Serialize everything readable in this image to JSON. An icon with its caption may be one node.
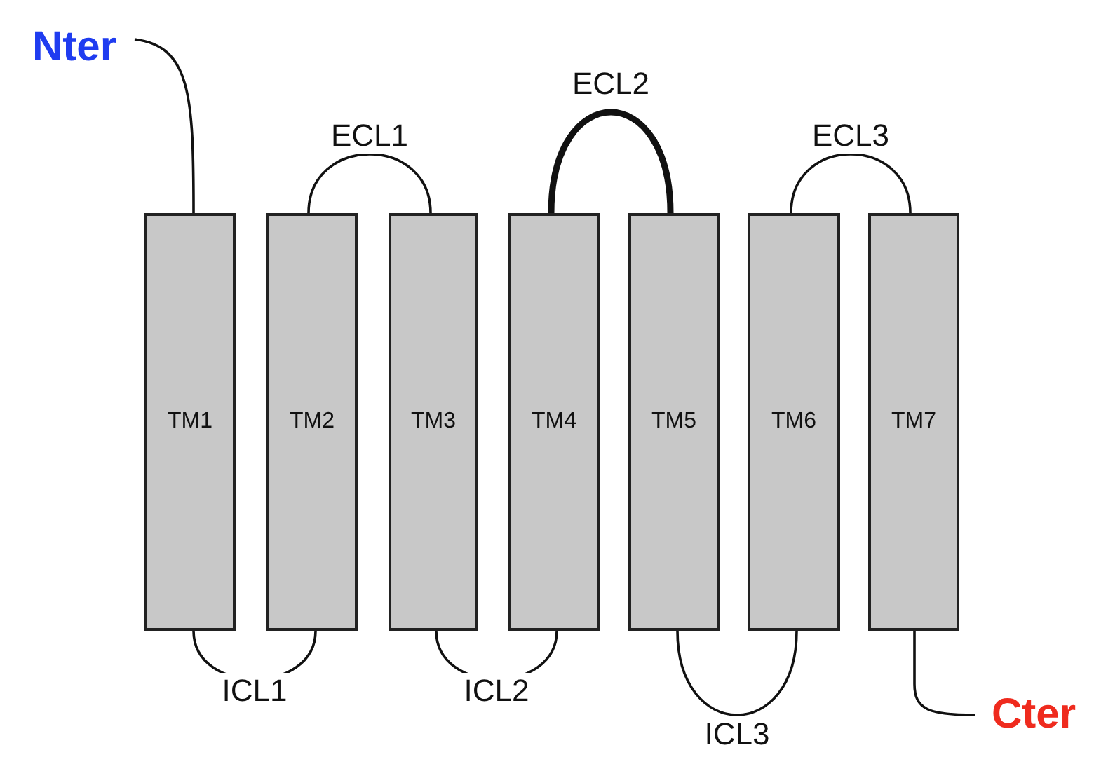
{
  "diagram": {
    "nodes": [
      {
        "text": [
          "Nter"
        ]
      },
      {
        "text": [
          "TM1"
        ]
      },
      {
        "text": [
          "TM2"
        ]
      },
      {
        "text": [
          "TM3"
        ]
      },
      {
        "text": [
          "TM4"
        ]
      },
      {
        "text": [
          "TM5"
        ]
      },
      {
        "text": [
          "TM6"
        ]
      },
      {
        "text": [
          "TM7"
        ]
      },
      {
        "text": [
          "Cter"
        ]
      }
    ],
    "edges": [
      {
        "from": 0,
        "to": 1,
        "arrow": "none"
      },
      {
        "from": 1,
        "to": 2,
        "arrow": "none",
        "label": "ICL1"
      },
      {
        "from": 2,
        "to": 3,
        "arrow": "none",
        "label": "ECL1"
      },
      {
        "from": 3,
        "to": 4,
        "arrow": "none",
        "label": "ICL2"
      },
      {
        "from": 4,
        "to": 5,
        "arrow": "none",
        "label": "ECL2",
        "style": "thick"
      },
      {
        "from": 5,
        "to": 6,
        "arrow": "none",
        "label": "ICL3"
      },
      {
        "from": 6,
        "to": 7,
        "arrow": "none",
        "label": "ECL3"
      },
      {
        "from": 7,
        "to": 8,
        "arrow": "none"
      }
    ]
  }
}
